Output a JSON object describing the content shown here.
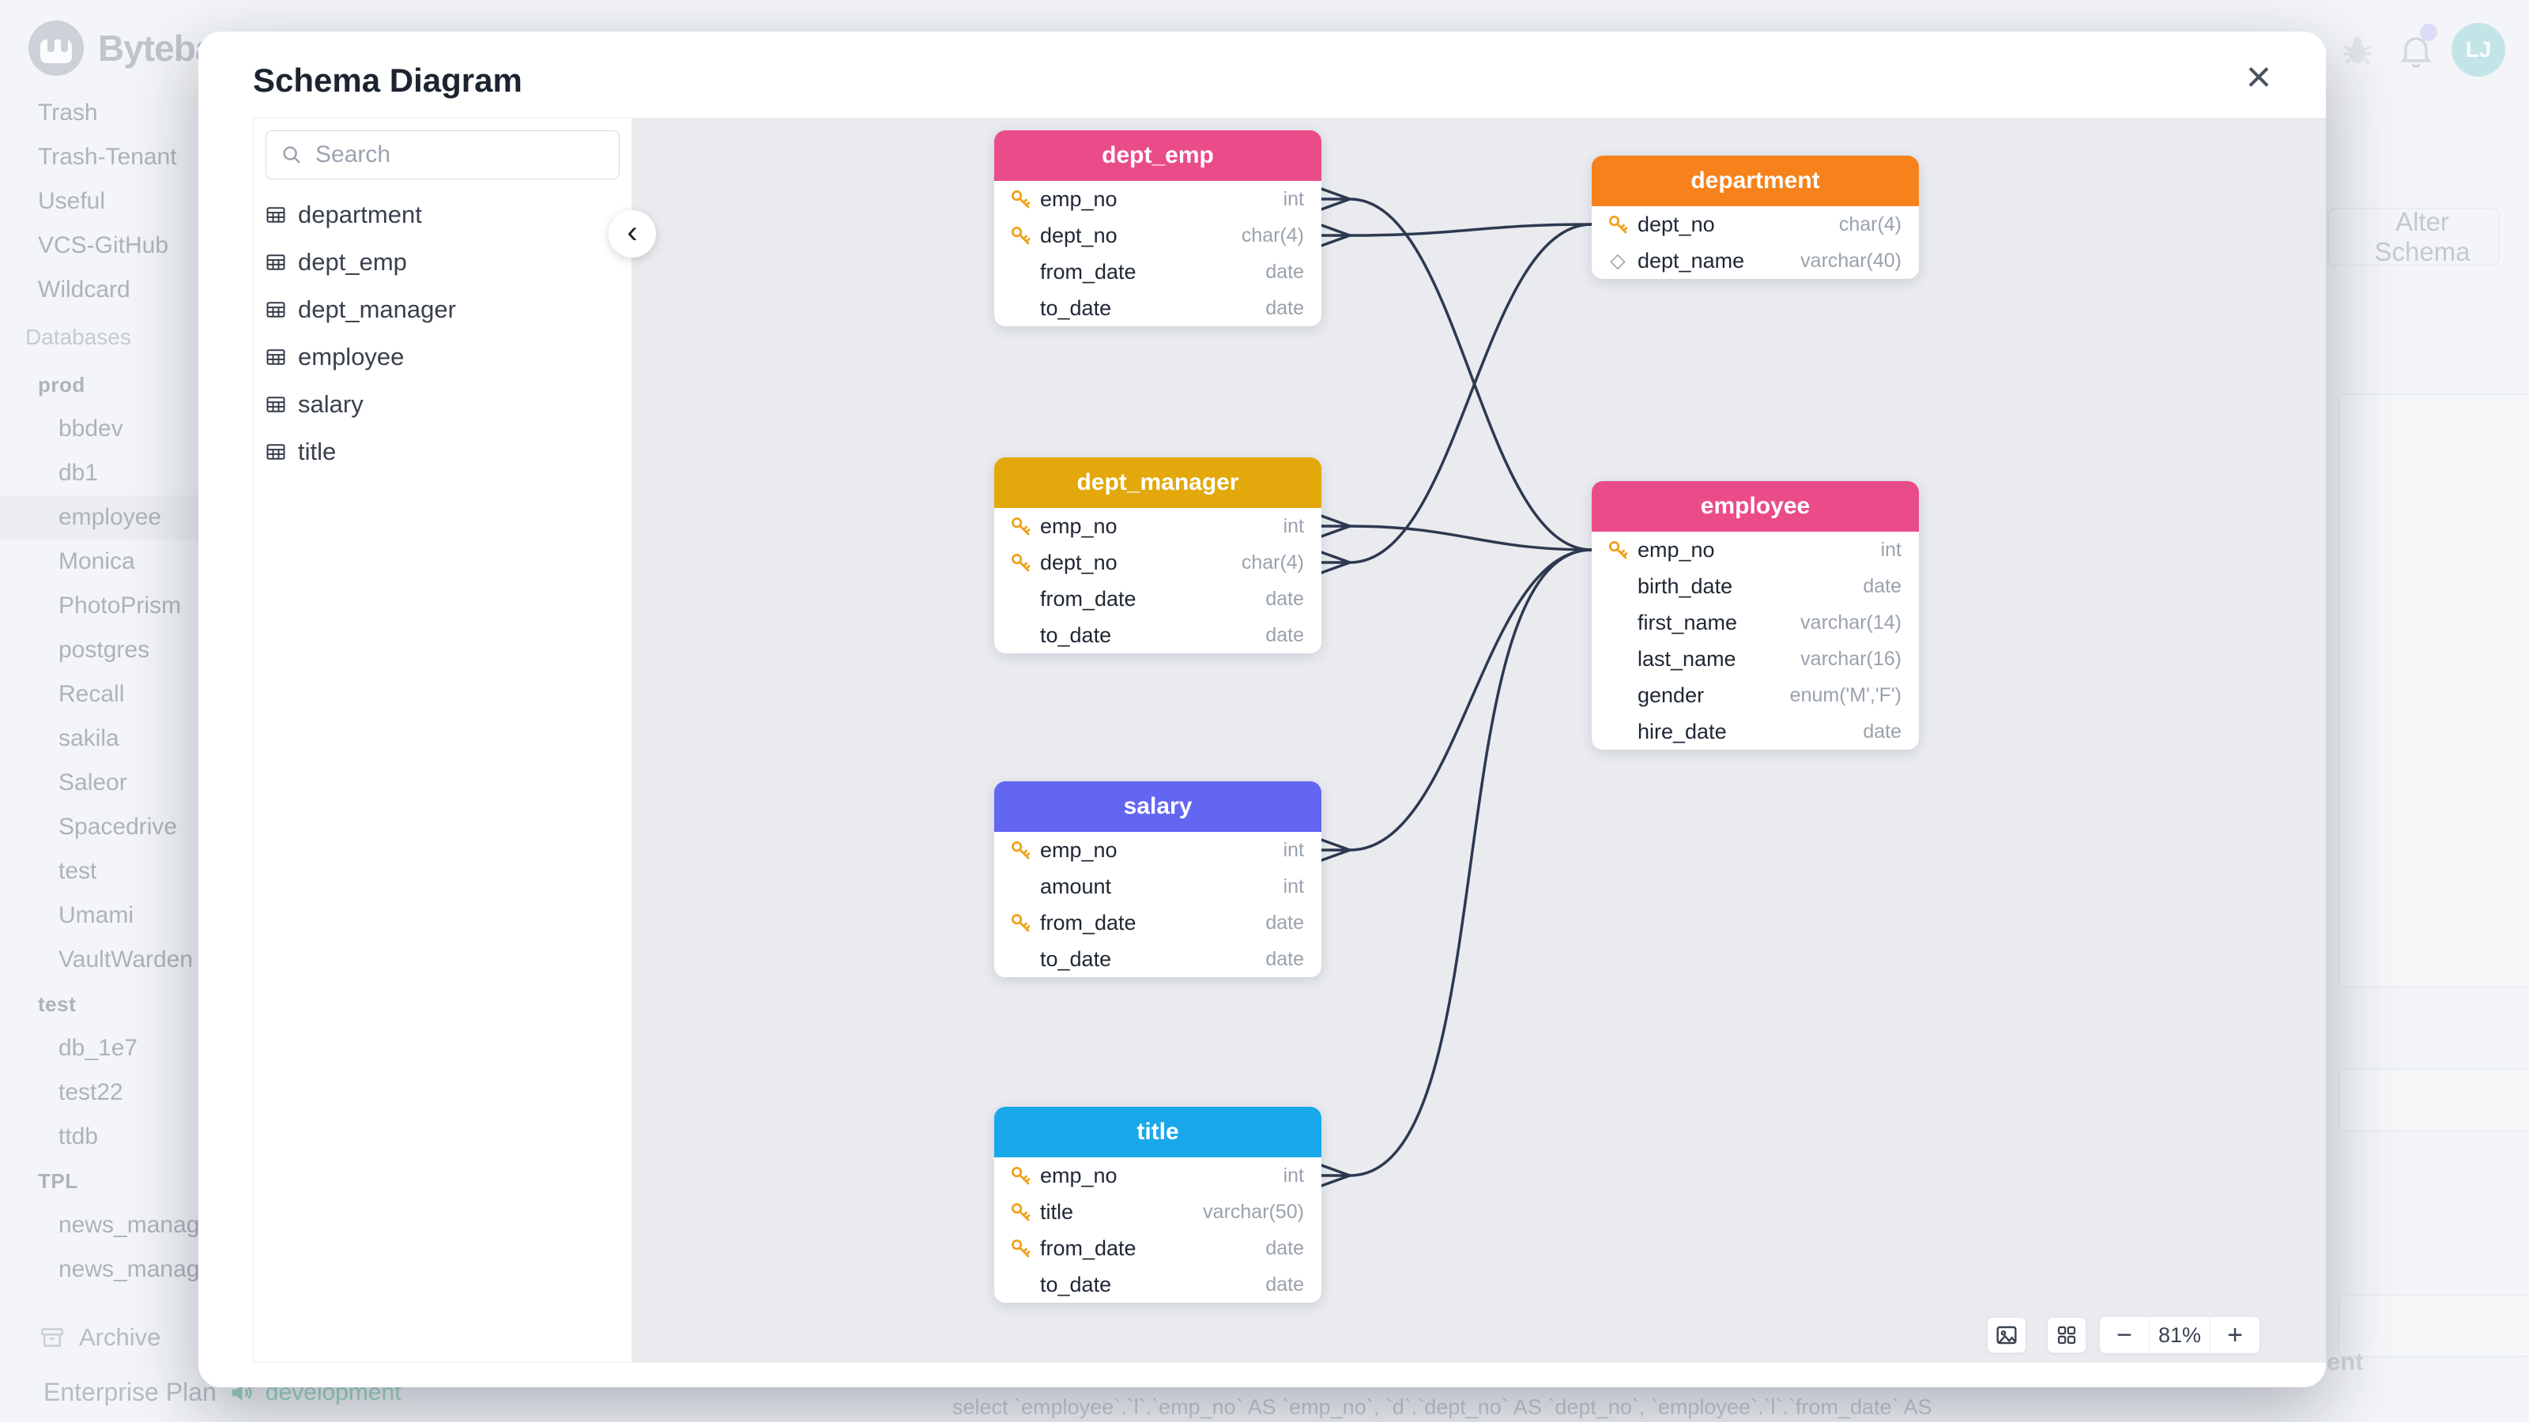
{
  "app": {
    "brand": "Bytebase",
    "header": {
      "alter_schema_label": "Alter Schema",
      "avatar_initials": "LJ"
    },
    "sidebar": {
      "projects": [
        "Trash",
        "Trash-Tenant",
        "Useful",
        "VCS-GitHub",
        "Wildcard"
      ],
      "databases_label": "Databases",
      "groups": [
        {
          "name": "prod",
          "active": "employee",
          "items": [
            "bbdev",
            "db1",
            "employee",
            "Monica",
            "PhotoPrism",
            "postgres",
            "Recall",
            "sakila",
            "Saleor",
            "Spacedrive",
            "test",
            "Umami",
            "VaultWarden"
          ]
        },
        {
          "name": "test",
          "items": [
            "db_1e7",
            "test22",
            "ttdb"
          ]
        },
        {
          "name": "TPL",
          "items": [
            "news_manage",
            "news_manage"
          ]
        }
      ],
      "archive_label": "Archive"
    },
    "footer": {
      "plan_label": "Enterprise Plan",
      "environment_label": "development"
    },
    "statusbar_sql": "select `employee`.`l`.`emp_no` AS `emp_no`, `d`.`dept_no` AS `dept_no`, `employee`.`l`.`from_date` AS",
    "background_fragment": "ent"
  },
  "modal": {
    "title": "Schema Diagram",
    "close_icon": "×",
    "collapse_icon": "‹",
    "search": {
      "placeholder": "Search"
    },
    "table_list": [
      "department",
      "dept_emp",
      "dept_manager",
      "employee",
      "salary",
      "title"
    ],
    "toolbar": {
      "zoom_level": "81%",
      "minus_label": "−",
      "plus_label": "+"
    },
    "diagram": {
      "tables": [
        {
          "name": "dept_emp",
          "color": "#ea4c89",
          "fields": [
            {
              "name": "emp_no",
              "type": "int",
              "icon": "key"
            },
            {
              "name": "dept_no",
              "type": "char(4)",
              "icon": "key"
            },
            {
              "name": "from_date",
              "type": "date",
              "icon": null
            },
            {
              "name": "to_date",
              "type": "date",
              "icon": null
            }
          ]
        },
        {
          "name": "department",
          "color": "#f7821c",
          "fields": [
            {
              "name": "dept_no",
              "type": "char(4)",
              "icon": "key"
            },
            {
              "name": "dept_name",
              "type": "varchar(40)",
              "icon": "diamond"
            }
          ]
        },
        {
          "name": "dept_manager",
          "color": "#e2a80c",
          "fields": [
            {
              "name": "emp_no",
              "type": "int",
              "icon": "key"
            },
            {
              "name": "dept_no",
              "type": "char(4)",
              "icon": "key"
            },
            {
              "name": "from_date",
              "type": "date",
              "icon": null
            },
            {
              "name": "to_date",
              "type": "date",
              "icon": null
            }
          ]
        },
        {
          "name": "employee",
          "color": "#ea4c89",
          "fields": [
            {
              "name": "emp_no",
              "type": "int",
              "icon": "key"
            },
            {
              "name": "birth_date",
              "type": "date",
              "icon": null
            },
            {
              "name": "first_name",
              "type": "varchar(14)",
              "icon": null
            },
            {
              "name": "last_name",
              "type": "varchar(16)",
              "icon": null
            },
            {
              "name": "gender",
              "type": "enum('M','F')",
              "icon": null
            },
            {
              "name": "hire_date",
              "type": "date",
              "icon": null
            }
          ]
        },
        {
          "name": "salary",
          "color": "#6366f1",
          "fields": [
            {
              "name": "emp_no",
              "type": "int",
              "icon": "key"
            },
            {
              "name": "amount",
              "type": "int",
              "icon": null
            },
            {
              "name": "from_date",
              "type": "date",
              "icon": "key"
            },
            {
              "name": "to_date",
              "type": "date",
              "icon": null
            }
          ]
        },
        {
          "name": "title",
          "color": "#18a8ea",
          "fields": [
            {
              "name": "emp_no",
              "type": "int",
              "icon": "key"
            },
            {
              "name": "title",
              "type": "varchar(50)",
              "icon": "key"
            },
            {
              "name": "from_date",
              "type": "date",
              "icon": "key"
            },
            {
              "name": "to_date",
              "type": "date",
              "icon": null
            }
          ]
        }
      ],
      "relations": [
        {
          "from": "dept_emp.emp_no",
          "to": "employee.emp_no"
        },
        {
          "from": "dept_emp.dept_no",
          "to": "department.dept_no"
        },
        {
          "from": "dept_manager.emp_no",
          "to": "employee.emp_no"
        },
        {
          "from": "dept_manager.dept_no",
          "to": "department.dept_no"
        },
        {
          "from": "salary.emp_no",
          "to": "employee.emp_no"
        },
        {
          "from": "title.emp_no",
          "to": "employee.emp_no"
        }
      ]
    }
  },
  "colors": {
    "connector": "#2d3950",
    "canvas_bg": "#e9ebef",
    "accent_pink": "#ea4c89",
    "accent_orange": "#f7821c",
    "accent_gold": "#e2a80c",
    "accent_indigo": "#6366f1",
    "accent_sky": "#18a8ea",
    "key_icon": "#f0a11a"
  }
}
